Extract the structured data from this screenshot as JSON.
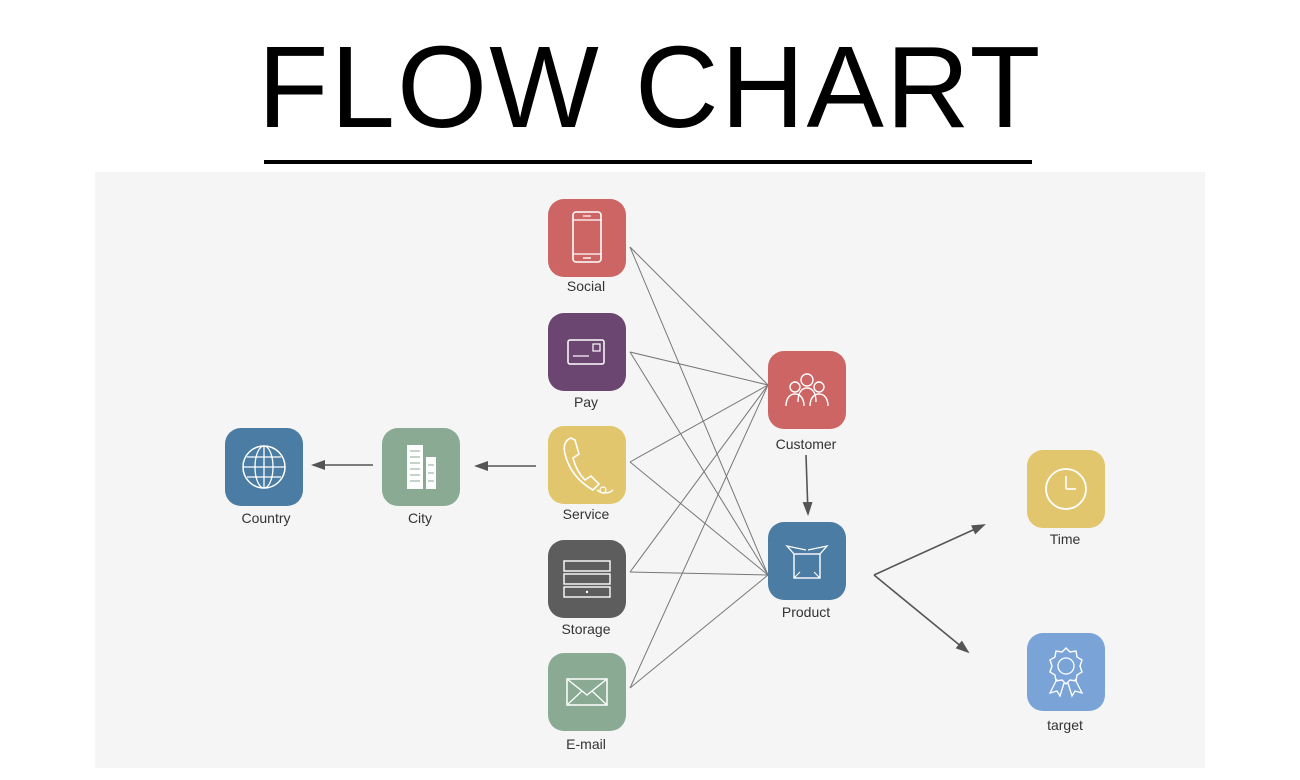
{
  "title": "FLOW CHART",
  "colors": {
    "red": "#cc6563",
    "purple": "#6b4671",
    "yellow": "#e2c66e",
    "gray": "#5d5d5d",
    "green": "#8aaa93",
    "blue": "#4b7ca3",
    "light_blue": "#7aa3d8",
    "line": "#555555",
    "panel": "#f5f5f5"
  },
  "nodes": {
    "social": {
      "label": "Social",
      "icon": "smartphone-icon"
    },
    "pay": {
      "label": "Pay",
      "icon": "credit-card-icon"
    },
    "service": {
      "label": "Service",
      "icon": "telephone-icon"
    },
    "storage": {
      "label": "Storage",
      "icon": "server-icon"
    },
    "email": {
      "label": "E-mail",
      "icon": "envelope-icon"
    },
    "customer": {
      "label": "Customer",
      "icon": "people-group-icon"
    },
    "product": {
      "label": "Product",
      "icon": "box-icon"
    },
    "city": {
      "label": "City",
      "icon": "buildings-icon"
    },
    "country": {
      "label": "Country",
      "icon": "globe-icon"
    },
    "time": {
      "label": "Time",
      "icon": "clock-icon"
    },
    "target": {
      "label": "target",
      "icon": "award-badge-icon"
    }
  },
  "edges": [
    [
      "social",
      "customer"
    ],
    [
      "social",
      "product"
    ],
    [
      "pay",
      "customer"
    ],
    [
      "pay",
      "product"
    ],
    [
      "service",
      "customer"
    ],
    [
      "service",
      "product"
    ],
    [
      "storage",
      "customer"
    ],
    [
      "storage",
      "product"
    ],
    [
      "email",
      "customer"
    ],
    [
      "email",
      "product"
    ],
    [
      "customer",
      "product"
    ],
    [
      "service",
      "city"
    ],
    [
      "city",
      "country"
    ],
    [
      "product",
      "time"
    ],
    [
      "product",
      "target"
    ]
  ]
}
